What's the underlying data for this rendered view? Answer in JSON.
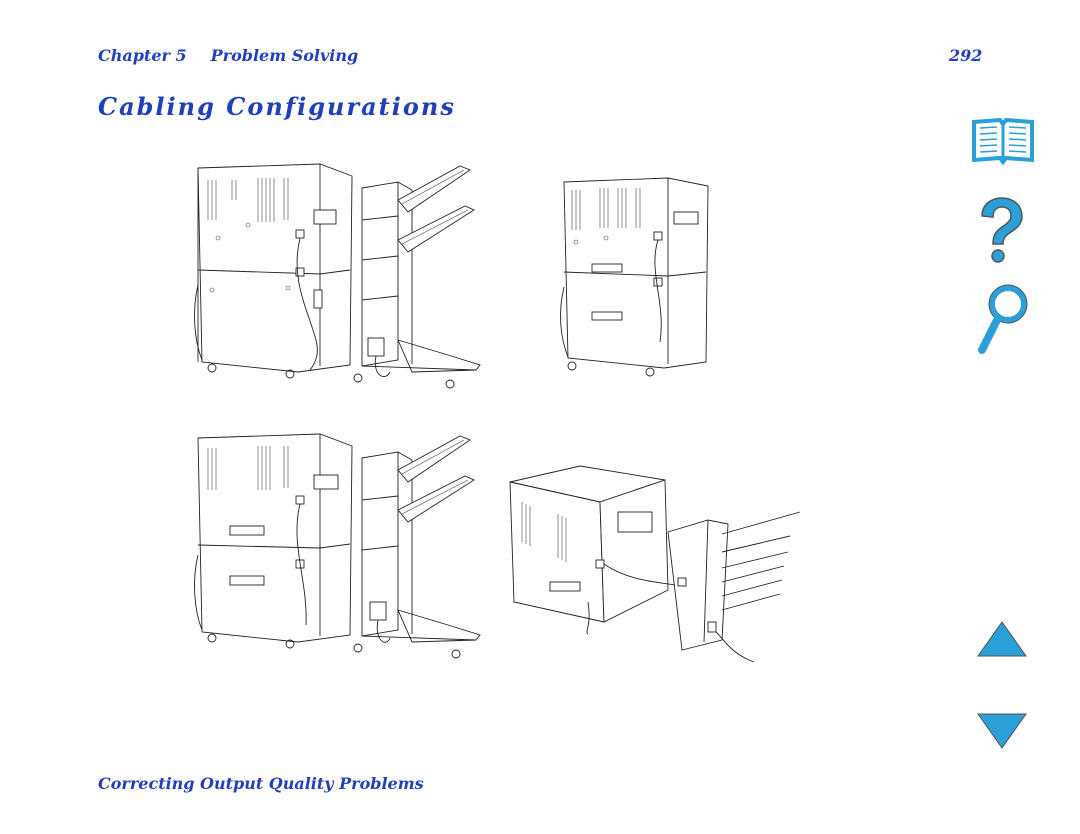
{
  "header": {
    "chapter": "Chapter 5",
    "chapter_title": "Problem Solving",
    "page_number": "292"
  },
  "section_title": "Cabling Configurations",
  "footer": {
    "section_link": "Correcting Output Quality Problems"
  },
  "figures": [
    {
      "id": "printer-with-stapler-stacker",
      "icon": "printer-stapler-stacker-illustration"
    },
    {
      "id": "printer-standalone",
      "icon": "printer-illustration"
    },
    {
      "id": "printer-with-stacker",
      "icon": "printer-stacker-illustration"
    },
    {
      "id": "printer-with-multibin-mailbox",
      "icon": "printer-mailbox-illustration"
    }
  ],
  "nav": {
    "icons": [
      "book-icon",
      "help-question-icon",
      "search-magnifier-icon",
      "up-arrow-icon",
      "down-arrow-icon"
    ]
  },
  "colors": {
    "text_accent": "#1f3fbf",
    "nav_icon": "#2a9fd8"
  }
}
